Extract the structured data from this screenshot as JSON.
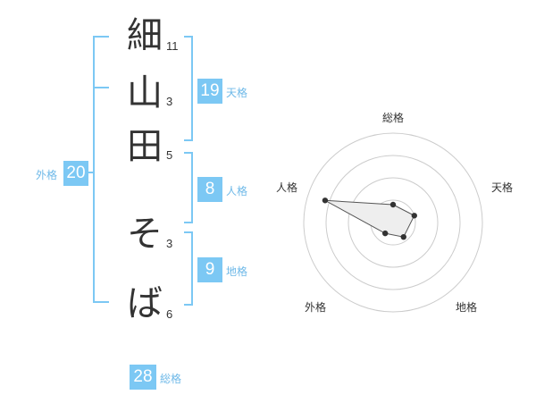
{
  "name_chars": [
    {
      "char": "細",
      "strokes": "11"
    },
    {
      "char": "山",
      "strokes": "3"
    },
    {
      "char": "田",
      "strokes": "5"
    },
    {
      "char": "そ",
      "strokes": "3"
    },
    {
      "char": "ば",
      "strokes": "6"
    }
  ],
  "kaku": {
    "tenkaku": {
      "value": "19",
      "label": "天格"
    },
    "jinkaku": {
      "value": "8",
      "label": "人格"
    },
    "chikaku": {
      "value": "9",
      "label": "地格"
    },
    "gaikaku": {
      "value": "20",
      "label": "外格"
    },
    "soukaku": {
      "value": "28",
      "label": "総格"
    }
  },
  "colors": {
    "accent": "#7cc8f4",
    "label": "#6fb9e8",
    "text": "#333333",
    "radar_fill": "#eeeeee",
    "grid": "#cccccc"
  },
  "chart_data": {
    "type": "radar",
    "axes": [
      "総格",
      "天格",
      "地格",
      "外格",
      "人格"
    ],
    "values": [
      0.2,
      0.25,
      0.2,
      0.15,
      0.8
    ],
    "rings": 4,
    "scale_max": 1
  }
}
